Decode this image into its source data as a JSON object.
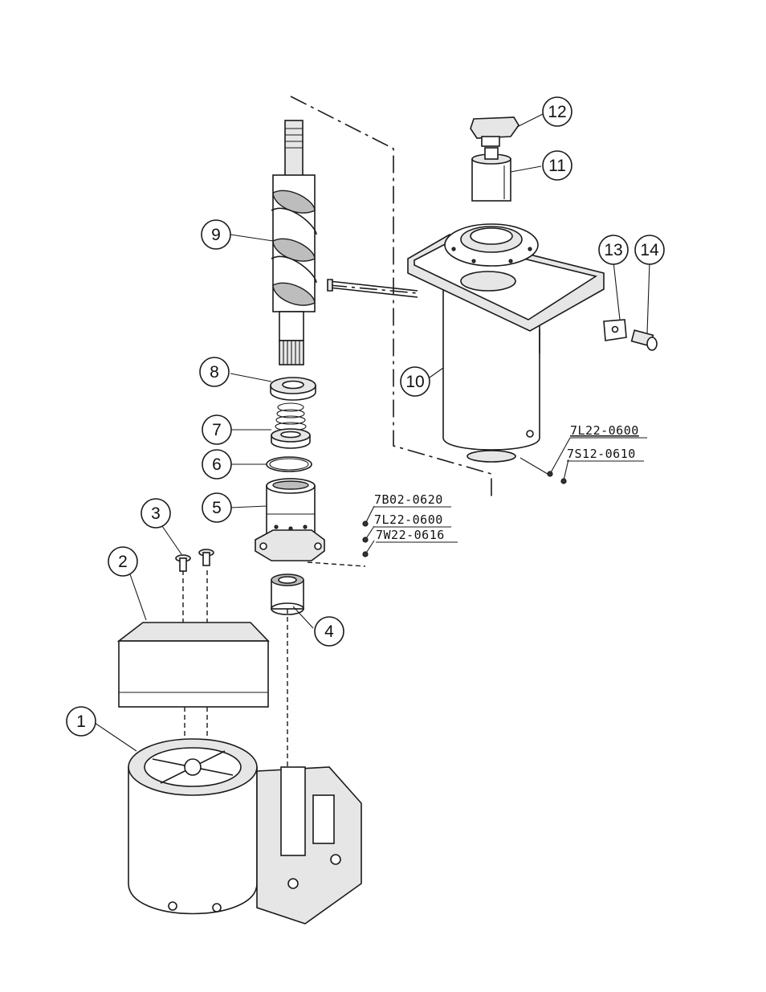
{
  "callouts": {
    "c1": "1",
    "c2": "2",
    "c3": "3",
    "c4": "4",
    "c5": "5",
    "c6": "6",
    "c7": "7",
    "c8": "8",
    "c9": "9",
    "c10": "10",
    "c11": "11",
    "c12": "12",
    "c13": "13",
    "c14": "14"
  },
  "part_numbers": {
    "upper_1": "7L22-0600",
    "upper_2": "7S12-0610",
    "lower_1": "7B02-0620",
    "lower_2": "7L22-0600",
    "lower_3": "7W22-0616"
  }
}
